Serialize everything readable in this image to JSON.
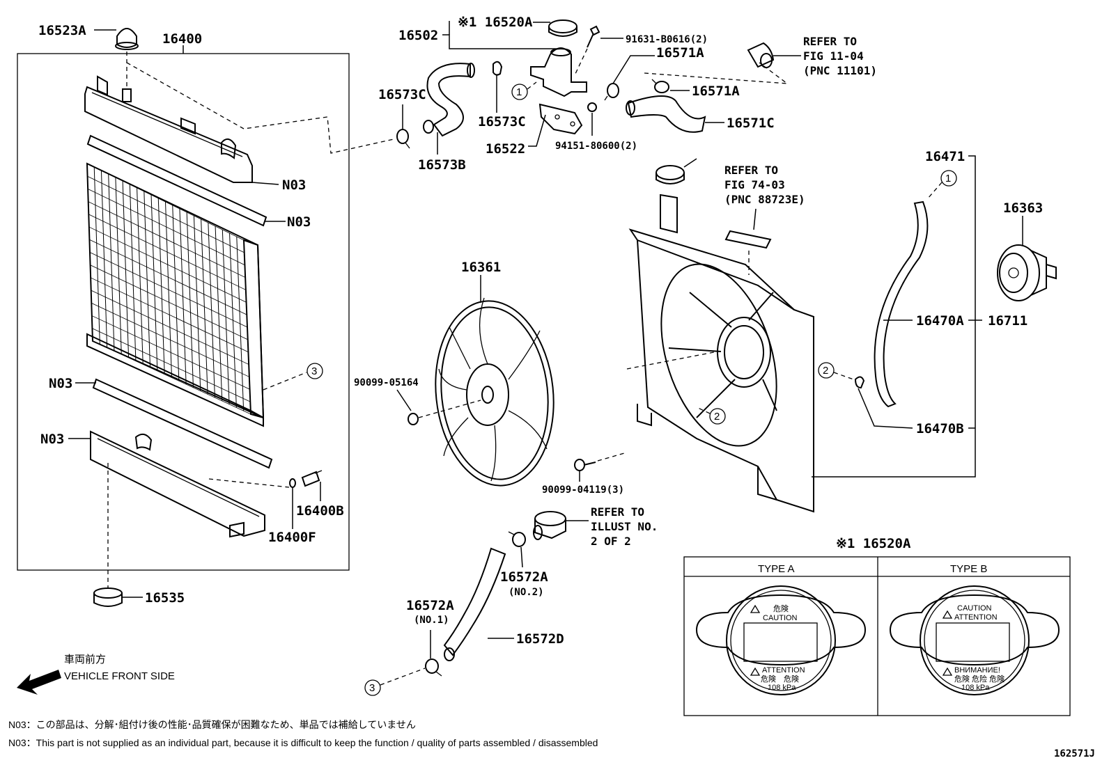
{
  "parts": {
    "p16523A": "16523A",
    "p16400": "16400",
    "p16502": "16502",
    "p16520A_top": "※1 16520A",
    "p91631": "91631-B0616(2)",
    "p16571A_1": "16571A",
    "p16571A_2": "16571A",
    "p16571C": "16571C",
    "p16573C_1": "16573C",
    "p16573C_2": "16573C",
    "p16573B": "16573B",
    "p16522": "16522",
    "p94151": "94151-80600(2)",
    "pN03_1": "N03",
    "pN03_2": "N03",
    "pN03_3": "N03",
    "pN03_4": "N03",
    "p16471": "16471",
    "p16363": "16363",
    "p16361": "16361",
    "p90099_05164": "90099-05164",
    "p90099_04119": "90099-04119(3)",
    "p16470A": "16470A",
    "p16711": "16711",
    "p16470B": "16470B",
    "p16400B": "16400B",
    "p16400F": "16400F",
    "p16535": "16535",
    "p16572A_no2": "16572A",
    "p16572A_no2_sub": "(NO.2)",
    "p16572A_no1": "16572A",
    "p16572A_no1_sub": "(NO.1)",
    "p16572D": "16572D"
  },
  "refs": {
    "fig1104_l1": "REFER TO",
    "fig1104_l2": "FIG 11-04",
    "fig1104_l3": "(PNC 11101)",
    "fig7403_l1": "REFER TO",
    "fig7403_l2": "FIG 74-03",
    "fig7403_l3": "(PNC 88723E)",
    "illust_l1": "REFER TO",
    "illust_l2": "ILLUST NO.",
    "illust_l3": "2 OF 2"
  },
  "callouts": {
    "c1": "1",
    "c2": "2",
    "c3": "3"
  },
  "cap_box": {
    "title": "※1 16520A",
    "type_a": "TYPE A",
    "type_b": "TYPE B",
    "a_top_jp": "危険",
    "a_top_en": "CAUTION",
    "a_bottom_en": "ATTENTION",
    "a_bottom_jp": "危険　危険",
    "a_kpa": "108 kPa",
    "b_top_en": "CAUTION",
    "b_top_en2": "ATTENTION",
    "b_bottom_ru": "ВНИМАНИЕ!",
    "b_bottom_jp": "危険 危险 危険",
    "b_kpa": "108 kPa"
  },
  "front": {
    "jp": "車両前方",
    "en": "VEHICLE FRONT SIDE"
  },
  "notes": {
    "jp": "N03：この部品は、分解･組付け後の性能･品質確保が困難なため、単品では補給していません",
    "en": "N03：This part is not supplied as an individual part, because it is difficult to keep the function / quality of parts assembled / disassembled"
  },
  "illustration_code": "162571J"
}
